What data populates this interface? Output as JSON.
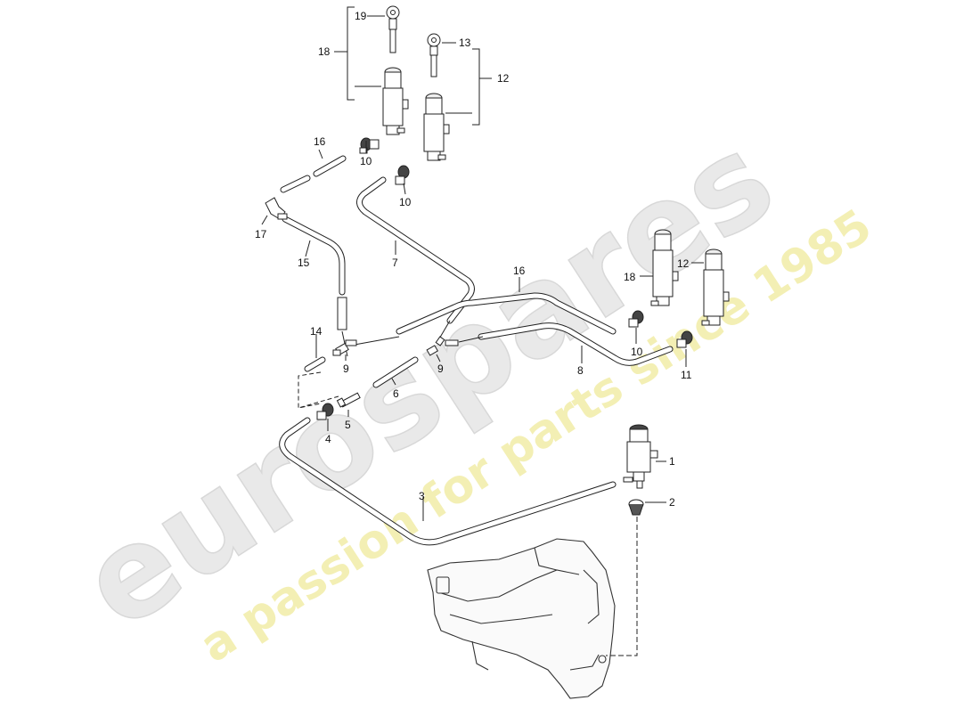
{
  "watermark": {
    "brand": "eurospares",
    "tagline": "a passion for parts since 1985",
    "brand_color": "#e6e6e6",
    "tagline_color": "#f2eeb0"
  },
  "callouts": {
    "c1": "1",
    "c2": "2",
    "c3": "3",
    "c4": "4",
    "c5": "5",
    "c6": "6",
    "c7": "7",
    "c8": "8",
    "c9a": "9",
    "c9b": "9",
    "c10a": "10",
    "c10b": "10",
    "c10c": "10",
    "c11": "11",
    "c12a": "12",
    "c12b": "12",
    "c13": "13",
    "c14": "14",
    "c15": "15",
    "c16a": "16",
    "c16b": "16",
    "c17": "17",
    "c18a": "18",
    "c18b": "18",
    "c19": "19"
  }
}
